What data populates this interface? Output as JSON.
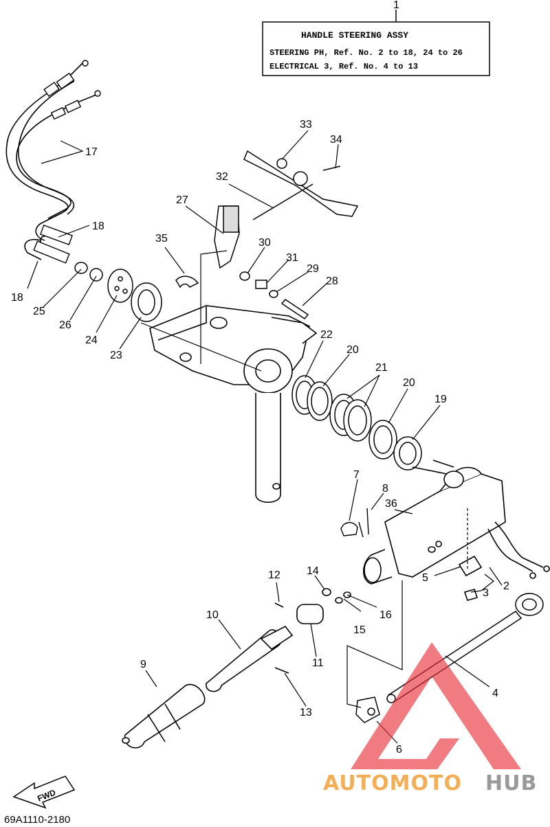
{
  "title_box": {
    "ref": "1",
    "title": "HANDLE STEERING ASSY",
    "line1": "STEERING PH, Ref. No. 2 to 18, 24 to 26",
    "line2": "ELECTRICAL 3, Ref. No. 4 to 13"
  },
  "callouts": [
    "2",
    "3",
    "4",
    "5",
    "6",
    "7",
    "8",
    "9",
    "10",
    "11",
    "12",
    "13",
    "14",
    "15",
    "16",
    "17",
    "18",
    "18",
    "19",
    "20",
    "20",
    "21",
    "22",
    "23",
    "24",
    "25",
    "26",
    "27",
    "28",
    "29",
    "30",
    "31",
    "32",
    "33",
    "34",
    "35",
    "36"
  ],
  "fwd_label": "FWD",
  "diagram_code": "69A1110-2180",
  "watermark": {
    "part1": "AUTOMOTO",
    "part2": "HUB",
    "color1": "#f2a23a",
    "color2": "#888888",
    "logo_color": "#e8323c"
  }
}
